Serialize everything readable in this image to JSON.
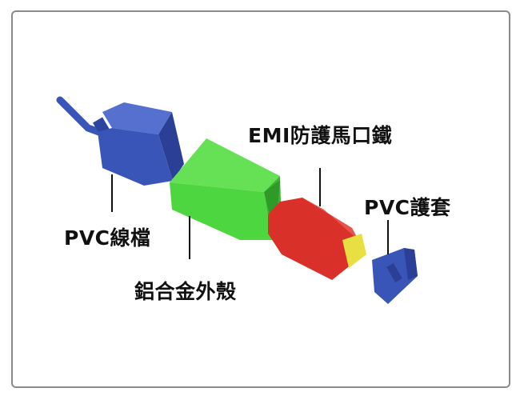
{
  "labels": {
    "pvc_cable": "PVC線檔",
    "alloy_shell": "鋁合金外殼",
    "emi_shield": "EMI防護馬口鐵",
    "pvc_cover": "PVC護套"
  },
  "colors": {
    "pvc_blue": "#3a55b8",
    "alloy_green": "#4ed640",
    "emi_red": "#d9302a",
    "contact_yellow": "#e8e040"
  }
}
